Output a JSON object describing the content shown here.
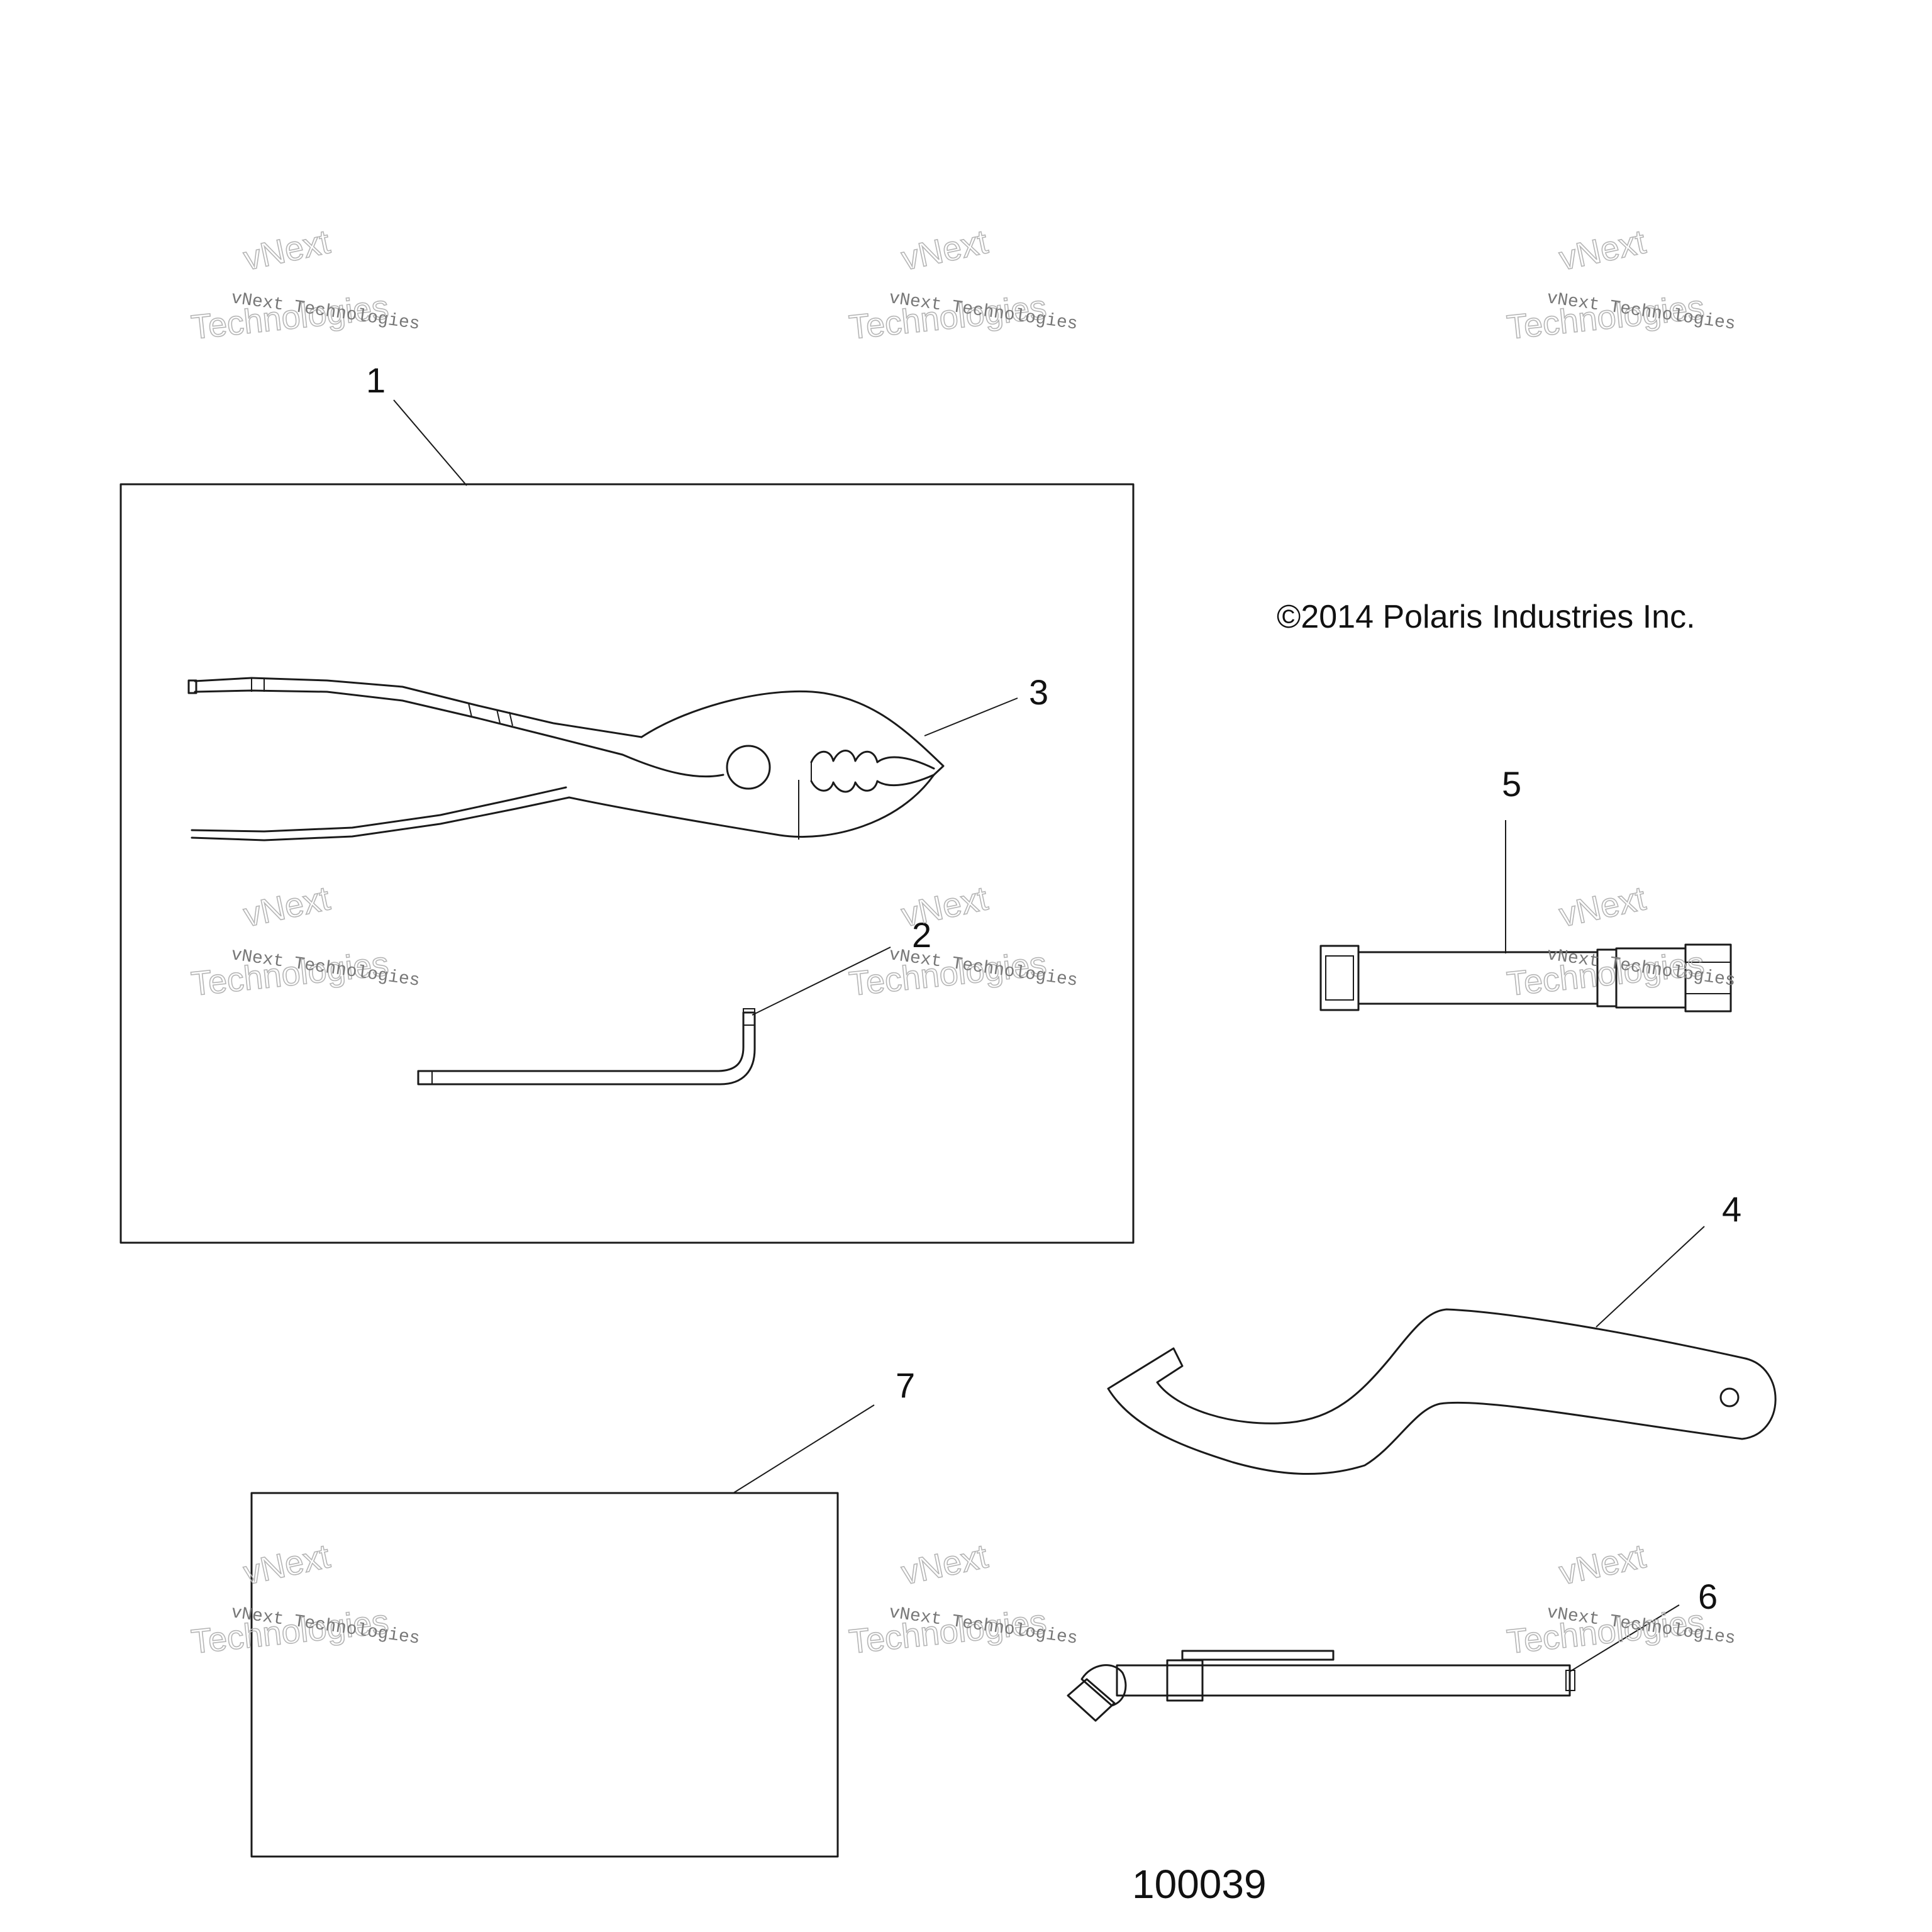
{
  "copyright": "©2014 Polaris Industries Inc.",
  "drawing_id": "100039",
  "watermark": {
    "line1": "vNext Technologies",
    "line2": "vNext",
    "line3": "Technologies"
  },
  "callouts": [
    {
      "id": "1",
      "part": "tool-kit-box"
    },
    {
      "id": "2",
      "part": "hex-key-wrench"
    },
    {
      "id": "3",
      "part": "slip-joint-pliers"
    },
    {
      "id": "4",
      "part": "spanner-wrench"
    },
    {
      "id": "5",
      "part": "socket-extension"
    },
    {
      "id": "6",
      "part": "spark-plug-socket-handle"
    },
    {
      "id": "7",
      "part": "tool-pouch"
    }
  ]
}
